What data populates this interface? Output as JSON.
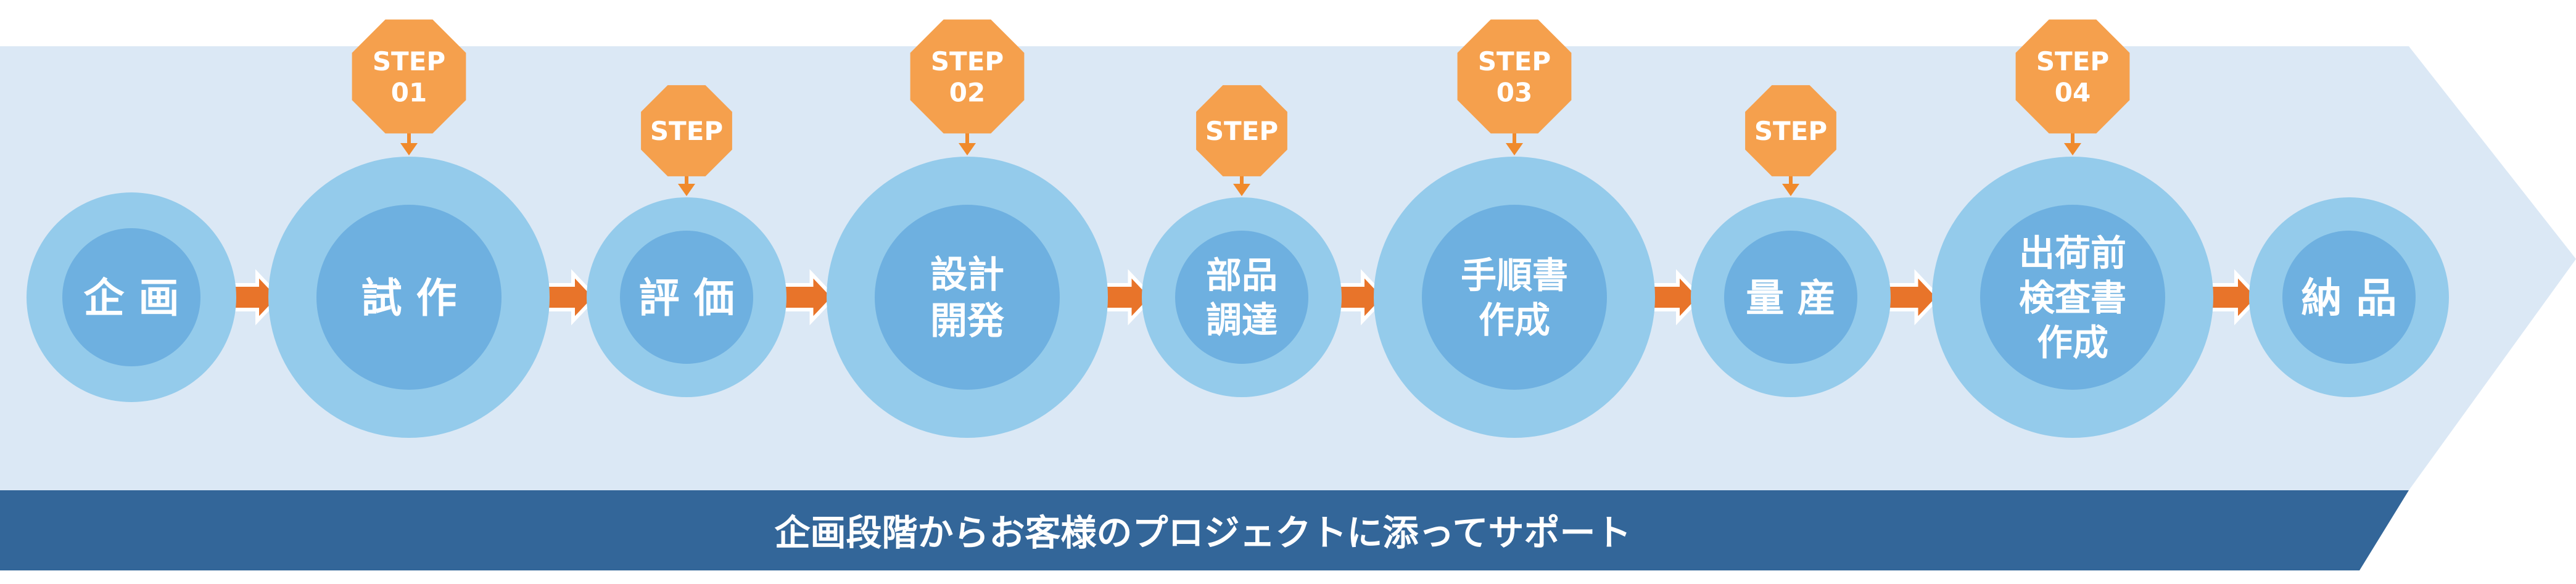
{
  "colors": {
    "band": "#dbe8f5",
    "outer_circle": "#94cbeb",
    "inner_circle": "#6eb0e0",
    "badge": "#f5a04d",
    "badge_arrow": "#f08a2c",
    "connector": "#e8742a",
    "banner": "#336699"
  },
  "stages": [
    {
      "label": "企 画",
      "step": null
    },
    {
      "label": "試 作",
      "step": "STEP\n01"
    },
    {
      "label": "評 価",
      "step": "STEP"
    },
    {
      "label": "設計\n開発",
      "step": "STEP\n02"
    },
    {
      "label": "部品\n調達",
      "step": "STEP"
    },
    {
      "label": "手順書\n作成",
      "step": "STEP\n03"
    },
    {
      "label": "量 産",
      "step": "STEP"
    },
    {
      "label": "出荷前\n検査書\n作成",
      "step": "STEP\n04"
    },
    {
      "label": "納 品",
      "step": null
    }
  ],
  "banner": {
    "text": "企画段階からお客様のプロジェクトに添ってサポート"
  }
}
